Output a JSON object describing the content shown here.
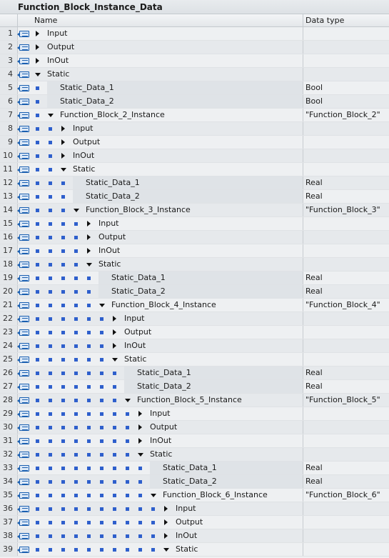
{
  "window": {
    "title": "Function_Block_Instance_Data"
  },
  "columns": {
    "name": "Name",
    "data_type": "Data type"
  },
  "rows": [
    {
      "n": "1",
      "name": "Input",
      "type": "",
      "level": 0,
      "kind": "collapsed"
    },
    {
      "n": "2",
      "name": "Output",
      "type": "",
      "level": 0,
      "kind": "collapsed"
    },
    {
      "n": "3",
      "name": "InOut",
      "type": "",
      "level": 0,
      "kind": "collapsed"
    },
    {
      "n": "4",
      "name": "Static",
      "type": "",
      "level": 0,
      "kind": "expanded"
    },
    {
      "n": "5",
      "name": "Static_Data_1",
      "type": "Bool",
      "level": 1,
      "kind": "leaf"
    },
    {
      "n": "6",
      "name": "Static_Data_2",
      "type": "Bool",
      "level": 1,
      "kind": "leaf"
    },
    {
      "n": "7",
      "name": "Function_Block_2_Instance",
      "type": "\"Function_Block_2\"",
      "level": 1,
      "kind": "expanded"
    },
    {
      "n": "8",
      "name": "Input",
      "type": "",
      "level": 2,
      "kind": "collapsed"
    },
    {
      "n": "9",
      "name": "Output",
      "type": "",
      "level": 2,
      "kind": "collapsed"
    },
    {
      "n": "10",
      "name": "InOut",
      "type": "",
      "level": 2,
      "kind": "collapsed"
    },
    {
      "n": "11",
      "name": "Static",
      "type": "",
      "level": 2,
      "kind": "expanded"
    },
    {
      "n": "12",
      "name": "Static_Data_1",
      "type": "Real",
      "level": 3,
      "kind": "leaf"
    },
    {
      "n": "13",
      "name": "Static_Data_2",
      "type": "Real",
      "level": 3,
      "kind": "leaf"
    },
    {
      "n": "14",
      "name": "Function_Block_3_Instance",
      "type": "\"Function_Block_3\"",
      "level": 3,
      "kind": "expanded"
    },
    {
      "n": "15",
      "name": "Input",
      "type": "",
      "level": 4,
      "kind": "collapsed"
    },
    {
      "n": "16",
      "name": "Output",
      "type": "",
      "level": 4,
      "kind": "collapsed"
    },
    {
      "n": "17",
      "name": "InOut",
      "type": "",
      "level": 4,
      "kind": "collapsed"
    },
    {
      "n": "18",
      "name": "Static",
      "type": "",
      "level": 4,
      "kind": "expanded"
    },
    {
      "n": "19",
      "name": "Static_Data_1",
      "type": "Real",
      "level": 5,
      "kind": "leaf"
    },
    {
      "n": "20",
      "name": "Static_Data_2",
      "type": "Real",
      "level": 5,
      "kind": "leaf"
    },
    {
      "n": "21",
      "name": "Function_Block_4_Instance",
      "type": "\"Function_Block_4\"",
      "level": 5,
      "kind": "expanded"
    },
    {
      "n": "22",
      "name": "Input",
      "type": "",
      "level": 6,
      "kind": "collapsed"
    },
    {
      "n": "23",
      "name": "Output",
      "type": "",
      "level": 6,
      "kind": "collapsed"
    },
    {
      "n": "24",
      "name": "InOut",
      "type": "",
      "level": 6,
      "kind": "collapsed"
    },
    {
      "n": "25",
      "name": "Static",
      "type": "",
      "level": 6,
      "kind": "expanded"
    },
    {
      "n": "26",
      "name": "Static_Data_1",
      "type": "Real",
      "level": 7,
      "kind": "leaf"
    },
    {
      "n": "27",
      "name": "Static_Data_2",
      "type": "Real",
      "level": 7,
      "kind": "leaf"
    },
    {
      "n": "28",
      "name": "Function_Block_5_Instance",
      "type": "\"Function_Block_5\"",
      "level": 7,
      "kind": "expanded"
    },
    {
      "n": "29",
      "name": "Input",
      "type": "",
      "level": 8,
      "kind": "collapsed"
    },
    {
      "n": "30",
      "name": "Output",
      "type": "",
      "level": 8,
      "kind": "collapsed"
    },
    {
      "n": "31",
      "name": "InOut",
      "type": "",
      "level": 8,
      "kind": "collapsed"
    },
    {
      "n": "32",
      "name": "Static",
      "type": "",
      "level": 8,
      "kind": "expanded"
    },
    {
      "n": "33",
      "name": "Static_Data_1",
      "type": "Real",
      "level": 9,
      "kind": "leaf"
    },
    {
      "n": "34",
      "name": "Static_Data_2",
      "type": "Real",
      "level": 9,
      "kind": "leaf"
    },
    {
      "n": "35",
      "name": "Function_Block_6_Instance",
      "type": "\"Function_Block_6\"",
      "level": 9,
      "kind": "expanded"
    },
    {
      "n": "36",
      "name": "Input",
      "type": "",
      "level": 10,
      "kind": "collapsed"
    },
    {
      "n": "37",
      "name": "Output",
      "type": "",
      "level": 10,
      "kind": "collapsed"
    },
    {
      "n": "38",
      "name": "InOut",
      "type": "",
      "level": 10,
      "kind": "collapsed"
    },
    {
      "n": "39",
      "name": "Static",
      "type": "",
      "level": 10,
      "kind": "expanded"
    }
  ]
}
